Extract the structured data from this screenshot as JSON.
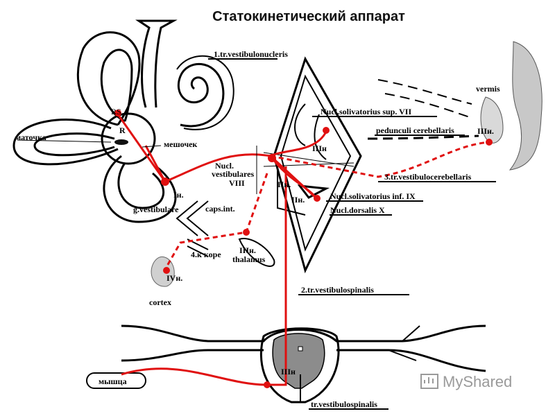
{
  "title": "Статокинетический аппарат",
  "labels": {
    "matochka": "маточка",
    "meshochek": "мешочек",
    "neuron_1": "Iн.",
    "g_vestibulare": "g.vestibulare",
    "nucl_vestibulares_1": "Nucl.",
    "nucl_vestibulares_2": "vestibulares",
    "nucl_vestibulares_3": "VIII",
    "caps_int": "caps.int.",
    "k_kore": "4.к коре",
    "neuron_3_thal": "IIIн.",
    "thalamus": "thalamus",
    "neuron_4": "IVн.",
    "cortex": "cortex",
    "tract_1": "1.tr.vestibulonucleris",
    "nucl_solitarius_sup": "Nucl.solivatorius sup. VII",
    "pedunculi": "pedunculi cerebellaris",
    "vermis": "vermis",
    "neuron_3_cer": "IIIн.",
    "neuron_3_sup": "IIIн",
    "neuron_2a": "IIн.",
    "neuron_2b": "IIн.",
    "tract_3": "3.tr.vestibulocerebellaris",
    "nucl_solitarius_inf": "Nucl.solivatorius inf. IX",
    "nucl_dorsalis": "Nucl.dorsalis X",
    "tract_2": "2.tr.vestibulospinalis",
    "neuron_3_spinal": "IIIн",
    "myshca": "мышца",
    "tract_spinal": "tr.vestibulospinalis",
    "receptor_r": "R",
    "receptor_rs": "RS"
  },
  "watermark": "MyShared",
  "colors": {
    "pathway": "#e01010",
    "outline": "#000000",
    "grey_matter": "#8c8c8c",
    "cerebellum": "#d9d9d9"
  }
}
